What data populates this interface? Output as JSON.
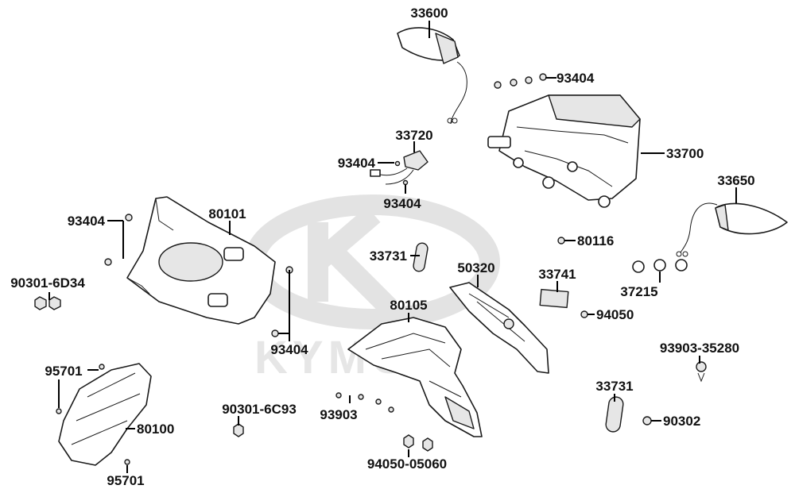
{
  "watermark": {
    "brand": "KYMCO"
  },
  "parts": [
    {
      "id": "33600",
      "label": "33600"
    },
    {
      "id": "93404-a",
      "label": "93404"
    },
    {
      "id": "33700",
      "label": "33700"
    },
    {
      "id": "33720",
      "label": "33720"
    },
    {
      "id": "93404-b",
      "label": "93404"
    },
    {
      "id": "93404-c",
      "label": "93404"
    },
    {
      "id": "33650",
      "label": "33650"
    },
    {
      "id": "93404-d",
      "label": "93404"
    },
    {
      "id": "80101",
      "label": "80101"
    },
    {
      "id": "90301-6D34",
      "label": "90301-6D34"
    },
    {
      "id": "80116",
      "label": "80116"
    },
    {
      "id": "33731-a",
      "label": "33731"
    },
    {
      "id": "50320",
      "label": "50320"
    },
    {
      "id": "33741",
      "label": "33741"
    },
    {
      "id": "37215",
      "label": "37215"
    },
    {
      "id": "80105",
      "label": "80105"
    },
    {
      "id": "94050",
      "label": "94050"
    },
    {
      "id": "93404-e",
      "label": "93404"
    },
    {
      "id": "93903-35280",
      "label": "93903-35280"
    },
    {
      "id": "95701-a",
      "label": "95701"
    },
    {
      "id": "33731-b",
      "label": "33731"
    },
    {
      "id": "90301-6C93",
      "label": "90301-6C93"
    },
    {
      "id": "93903",
      "label": "93903"
    },
    {
      "id": "90302",
      "label": "90302"
    },
    {
      "id": "80100",
      "label": "80100"
    },
    {
      "id": "94050-05060",
      "label": "94050-05060"
    },
    {
      "id": "95701-b",
      "label": "95701"
    }
  ]
}
